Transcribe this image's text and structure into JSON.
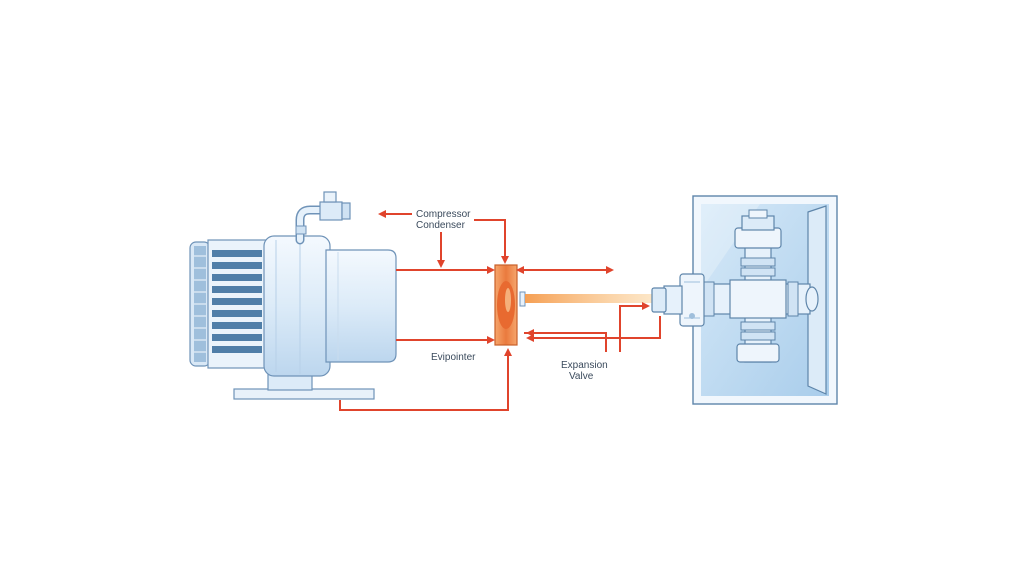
{
  "labels": {
    "compressor": "Compressor",
    "condenser": "Condenser",
    "evaporator": "Evipointer",
    "expansion_line1": "Expansion",
    "expansion_line2": "Valve"
  },
  "colors": {
    "flow_arrow": "#e0442c",
    "heat_glow": "#f7b36b",
    "exchanger": "#ef8a4c",
    "equipment_fill": "#e6f1fb",
    "equipment_stroke": "#6f93b8",
    "fin_dark": "#4f7ea8",
    "panel_fill": "#b9d9f1",
    "panel_stroke": "#5e85aa"
  },
  "icons": {
    "compressor_unit": "compressor-icon",
    "heat_exchanger": "heat-exchanger-icon",
    "valve_assembly": "valve-assembly-icon"
  }
}
